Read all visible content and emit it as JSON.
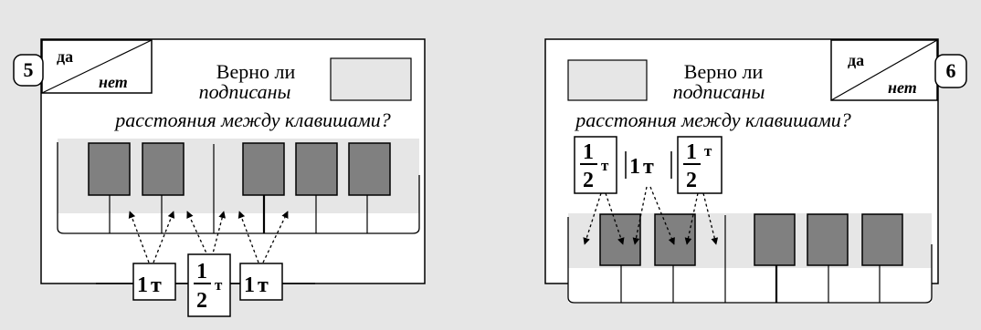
{
  "cards": [
    {
      "number": "5",
      "yes": "да",
      "no": "нет",
      "question_line1": "Верно ли",
      "question_line2": "подписаны",
      "question_line3": "расстояния между клавишами?",
      "labels": [
        {
          "kind": "whole",
          "value": "1",
          "unit": "т"
        },
        {
          "kind": "half",
          "num": "1",
          "den": "2",
          "unit": "т"
        },
        {
          "kind": "whole",
          "value": "1",
          "unit": "т"
        }
      ]
    },
    {
      "number": "6",
      "yes": "да",
      "no": "нет",
      "question_line1": "Верно ли",
      "question_line2": "подписаны",
      "question_line3": "расстояния между клавишами?",
      "labels": [
        {
          "kind": "half",
          "num": "1",
          "den": "2",
          "unit": "т"
        },
        {
          "kind": "whole",
          "value": "1",
          "unit": "т"
        },
        {
          "kind": "half",
          "num": "1",
          "den": "2",
          "unit": "т"
        }
      ]
    }
  ]
}
